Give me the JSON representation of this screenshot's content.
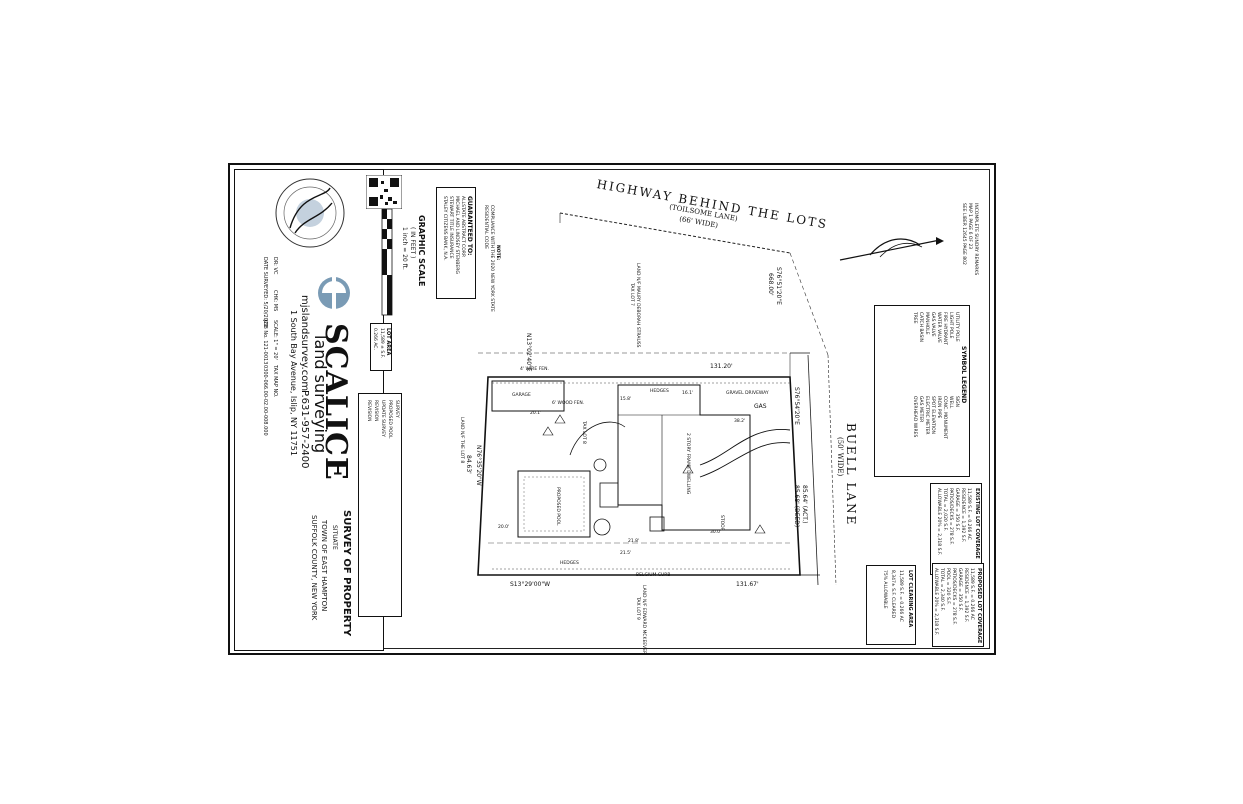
{
  "title_block": {
    "company": "SCALICE",
    "tagline": "land surveying",
    "website": "mjslandsurvey.com",
    "phone": "P.631-957-2400",
    "address": "1 South Bay Avenue, Islip, NY 11751",
    "survey_title": "SURVEY OF PROPERTY",
    "situate": "SITUATE",
    "town": "TOWN OF EAST HAMPTON",
    "county": "SUFFOLK COUNTY, NEW YORK",
    "scale": "SCALE: 1\" = 20'",
    "job": "JOB No. 121-0013",
    "tax_map_label": "TAX MAP NO.",
    "tax_map_no": "0300-066.00-02.00-008.000",
    "date_surveyed": "DATE SURVEYED: 5/20/2021",
    "drawn": "DR: VC",
    "check": "CHK: MS"
  },
  "lot_area": {
    "label": "LOT AREA",
    "sf": "11,589 ± S.F.",
    "ac": "0.266 AC."
  },
  "graphic_scale": {
    "title": "GRAPHIC SCALE",
    "feet": "( IN FEET )",
    "inch": "1 inch = 20 ft."
  },
  "guarantee": {
    "title": "GUARANTEED TO:",
    "lines": [
      "ALLSTATE ABSTRACT CORP.",
      "MICHAEL AND LINDSEY STENBERG",
      "STEWART TITLE INSURANCE",
      "STALEY CITIZENS BANK, N.A."
    ]
  },
  "note": {
    "title": "NOTE:",
    "lines": [
      "COMPLIANCE WITH THE 2020 NEW YORK STATE",
      "RESIDENTIAL CODE"
    ]
  },
  "roads": {
    "highway": "HIGHWAY BEHIND THE LOTS",
    "toilsome": "(TOILSOME LANE)",
    "toilsome_width": "(66' WIDE)",
    "buell": "BUELL LANE",
    "buell_width": "(50' WIDE)"
  },
  "bearings": {
    "north": "N13°02'40\"E",
    "north_dist": "131.20'",
    "south": "S13°29'00\"W",
    "south_dist": "131.67'",
    "west": "N76°35'20\"W",
    "west_dist": "84.63'",
    "east": "S76°54'20\"E",
    "east_dist_act": "85.64' (ACT.)",
    "east_dist_deed": "85.68' (DEED)",
    "top_right": "S76°51'20\"E",
    "top_right_dist": "668.00'"
  },
  "adjoiners": {
    "north": "LAND N/F MAURY DEBORAH STRAUSS",
    "north_tax": "TAX LOT 7",
    "west": "LAND N/F THE LOT 8",
    "south": "LAND N/F EDWARD MCKEEVER",
    "south_tax": "TAX LOT 9"
  },
  "features": {
    "garage": "GARAGE",
    "pool": "PROPOSED POOL",
    "dwelling": "2 STORY FRAME DWELLING",
    "hedges": "HEDGES",
    "gravel": "GRAVEL DRIVEWAY",
    "gas": "GAS",
    "tax_lot": "TAX LOT 8",
    "stoop": "STOOP",
    "frame": "FRAME",
    "fence": "4' WIRE FEN.",
    "wood_fence": "6' WOOD FEN.",
    "belgian": "BELGIUM CURB",
    "dim1": "30.0'",
    "dim2": "20.0'",
    "dim3": "38.2'",
    "dim4": "15.8'",
    "dim5": "21.8'",
    "dim6": "16.1'",
    "dim7": "20.1'",
    "dim8": "21.5'"
  },
  "legend": {
    "title": "SYMBOL LEGEND",
    "items": [
      "UTILITY POLE",
      "LIGHT POLE",
      "FIRE HYDRANT",
      "WATER VALVE",
      "GAS VALVE",
      "MANHOLE",
      "CATCH BASIN",
      "TREE",
      "SIGN",
      "WELL",
      "CONC. MONUMENT",
      "IRON PIPE",
      "SPOT ELEVATION",
      "ELECTRIC METER",
      "GAS METER",
      "OVERHEAD WIRES"
    ]
  },
  "existing_coverage": {
    "title": "EXISTING LOT COVERAGE",
    "lines": [
      "11,589 S.F. = 0.266 AC",
      "RESIDENCE = 1,392 S.F.",
      "GARAGE = 350 S.F.",
      "PATIOS/DECKS = 278 S.F.",
      "TOTAL = 2,020 S.F.",
      "ALLOWABLE 20% = 2,318 S.F."
    ]
  },
  "proposed_coverage": {
    "title": "PROPOSED LOT COVERAGE",
    "lines": [
      "11,589 S.F. = 0.266 AC",
      "RESIDENCE = 1,392 S.F.",
      "GARAGE = 350 S.F.",
      "PATIOS/DECKS = 278 S.F.",
      "POOL = 320 S.F.",
      "TOTAL = 2,340 S.F.",
      "ALLOWABLE 20% = 2,318 S.F."
    ]
  },
  "clearing": {
    "title": "LOT CLEARING AREA",
    "lines": [
      "11,589 S.F. = 0.266 AC",
      "8,347± S.F. CLEARED",
      "75% ALLOWABLE"
    ]
  },
  "revisions": [
    "SURVEY",
    "PROPOSED POOL",
    "UPDATE SURVEY",
    "REVISION",
    "REVISION"
  ],
  "top_right_note": [
    "INCOMPLETE SUNDRY REMARKS",
    "MAP 1 PAGE 6 OF 23",
    "SEE LIBER 12645 PAGE 802"
  ]
}
